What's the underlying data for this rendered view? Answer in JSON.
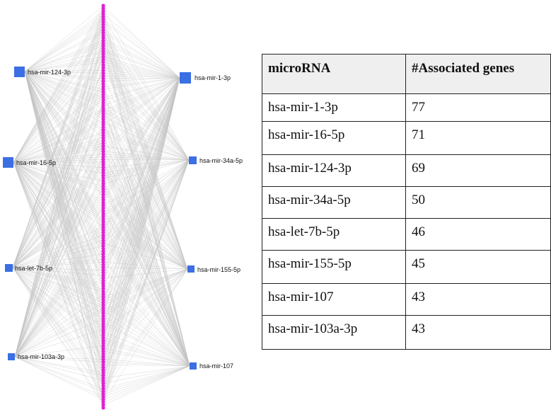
{
  "colors": {
    "mirna_node": "#3b6fe3",
    "gene_node": "#e020d8",
    "edge": "#c4c4c4",
    "header_bg": "#efefef",
    "border": "#222222"
  },
  "network": {
    "left_mirnas": [
      "hsa-mir-124-3p",
      "hsa-mir-16-5p",
      "hsa-let-7b-5p",
      "hsa-mir-103a-3p"
    ],
    "right_mirnas": [
      "hsa-mir-1-3p",
      "hsa-mir-34a-5p",
      "hsa-mir-155-5p",
      "hsa-mir-107"
    ],
    "gene_node_shape": "circle",
    "mirna_node_shape": "square"
  },
  "table": {
    "headers": [
      "microRNA",
      "#Associated genes"
    ],
    "rows": [
      [
        "hsa-mir-1-3p",
        "77"
      ],
      [
        "hsa-mir-16-5p",
        "71"
      ],
      [
        "hsa-mir-124-3p",
        "69"
      ],
      [
        "hsa-mir-34a-5p",
        "50"
      ],
      [
        "hsa-let-7b-5p",
        "46"
      ],
      [
        "hsa-mir-155-5p",
        "45"
      ],
      [
        "hsa-mir-107",
        "43"
      ],
      [
        "hsa-mir-103a-3p",
        "43"
      ]
    ]
  }
}
